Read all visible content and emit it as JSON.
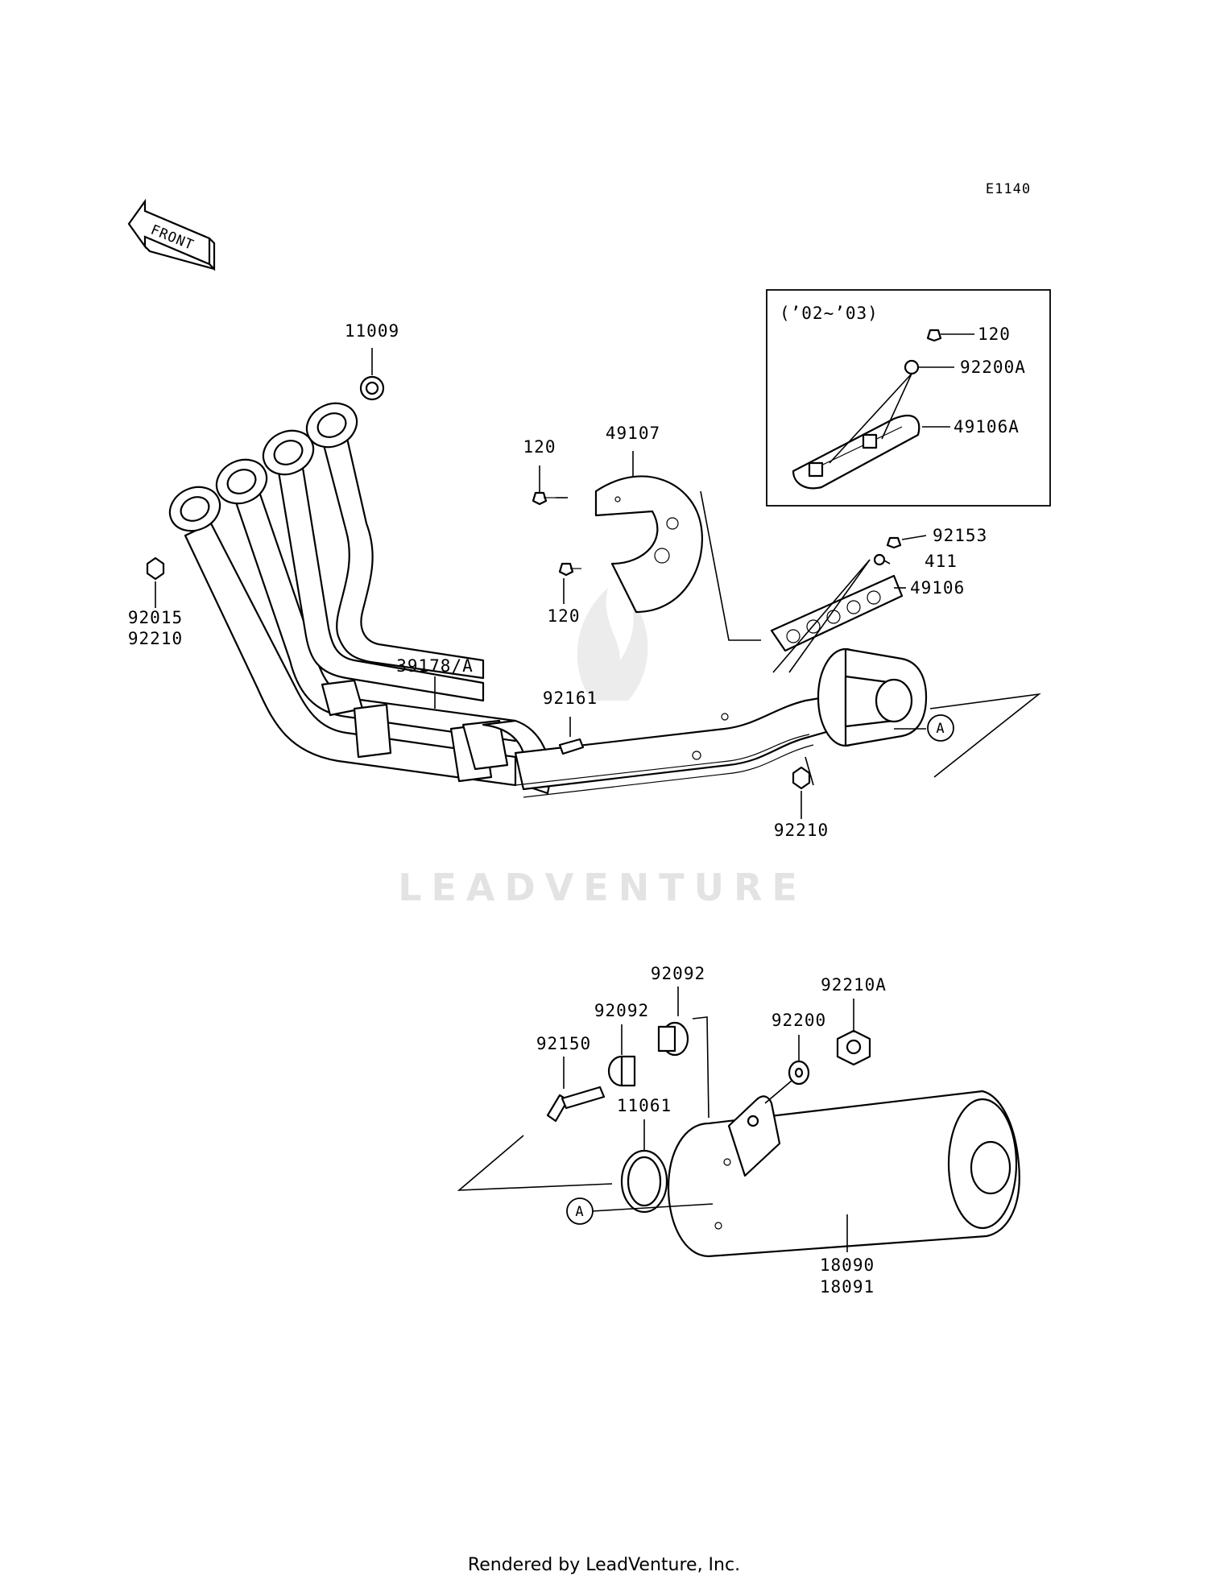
{
  "diagram": {
    "code": "E1140",
    "front_label": "FRONT",
    "inset_label": "(’02~’03)",
    "watermark": "LEADVENTURE",
    "footer": "Rendered by LeadVenture, Inc.",
    "reference_marker": "A"
  },
  "parts": [
    {
      "id": "11009"
    },
    {
      "id": "92015"
    },
    {
      "id": "92210"
    },
    {
      "id": "39178/A"
    },
    {
      "id": "120"
    },
    {
      "id": "49107"
    },
    {
      "id": "120"
    },
    {
      "id": "92161"
    },
    {
      "id": "92153"
    },
    {
      "id": "411"
    },
    {
      "id": "49106"
    },
    {
      "id": "120"
    },
    {
      "id": "92200A"
    },
    {
      "id": "49106A"
    },
    {
      "id": "92210"
    },
    {
      "id": "92092"
    },
    {
      "id": "92092"
    },
    {
      "id": "92150"
    },
    {
      "id": "11061"
    },
    {
      "id": "92200"
    },
    {
      "id": "92210A"
    },
    {
      "id": "18090"
    },
    {
      "id": "18091"
    }
  ]
}
